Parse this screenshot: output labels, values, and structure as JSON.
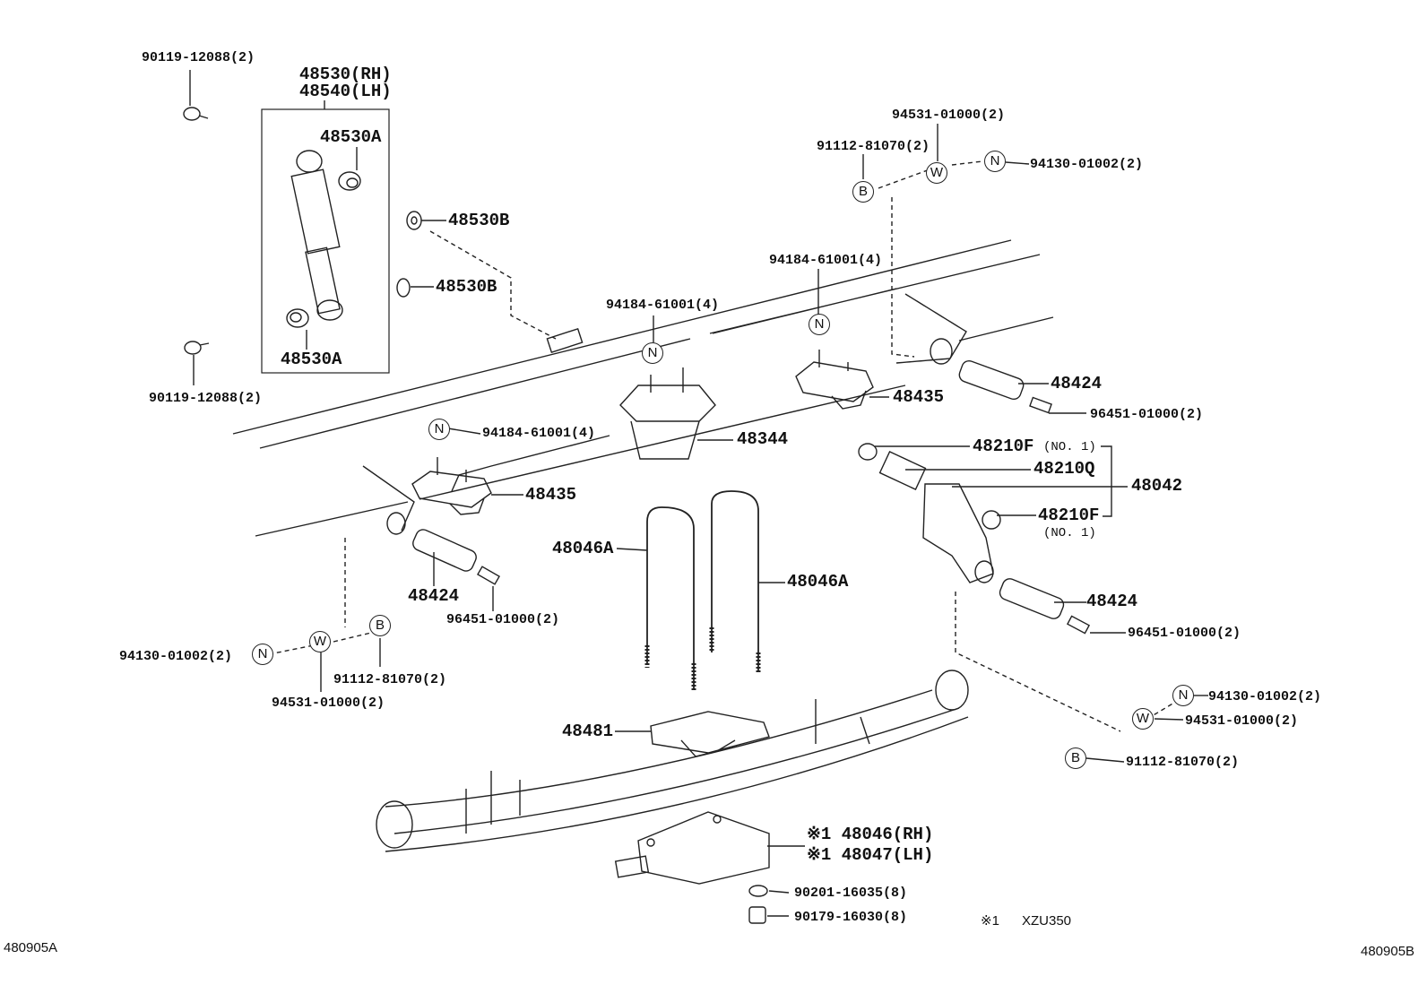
{
  "diagram": {
    "sheet_left": "480905A",
    "sheet_right": "480905B",
    "note": {
      "mark": "※1",
      "text": "XZU350"
    },
    "parts": {
      "bolt_90119_top": "90119-12088(2)",
      "bolt_90119_bottom": "90119-12088(2)",
      "shock_rh": "48530(RH)",
      "shock_lh": "48540(LH)",
      "shock_bush_top": "48530A",
      "shock_bush_bottom": "48530A",
      "shock_washer_1": "48530B",
      "shock_washer_2": "48530B",
      "washer_94531_top": "94531-01000(2)",
      "bolt_91112_top": "91112-81070(2)",
      "nut_94130_top": "94130-01002(2)",
      "nut_94184_right": "94184-61001(4)",
      "nut_94184_center": "94184-61001(4)",
      "nut_94184_left": "94184-61001(4)",
      "bumper_48435_right": "48435",
      "bumper_48435_left": "48435",
      "bracket_48344": "48344",
      "pin_48424_right_top": "48424",
      "pin_48424_right_bottom": "48424",
      "pin_48424_left": "48424",
      "grease_96451_right_top": "96451-01000(2)",
      "grease_96451_right_bottom": "96451-01000(2)",
      "grease_96451_left": "96451-01000(2)",
      "bush_48210F_top": "48210F",
      "bush_48210F_top_note": "(NO. 1)",
      "bush_48210Q": "48210Q",
      "bush_48210F_bottom": "48210F",
      "bush_48210F_bottom_note": "(NO. 1)",
      "shackle_48042": "48042",
      "ubolt_left": "48046A",
      "ubolt_right": "48046A",
      "seat_48481": "48481",
      "plate_rh": "※1 48046(RH)",
      "plate_lh": "※1 48047(LH)",
      "washer_90201": "90201-16035(8)",
      "nut_90179": "90179-16030(8)",
      "nut_94130_left": "94130-01002(2)",
      "bolt_91112_left": "91112-81070(2)",
      "washer_94531_left": "94531-01000(2)",
      "nut_94130_right": "94130-01002(2)",
      "washer_94531_right": "94531-01000(2)",
      "bolt_91112_right": "91112-81070(2)"
    },
    "symbols": {
      "nut": "N",
      "washer": "W",
      "bolt": "B"
    }
  }
}
